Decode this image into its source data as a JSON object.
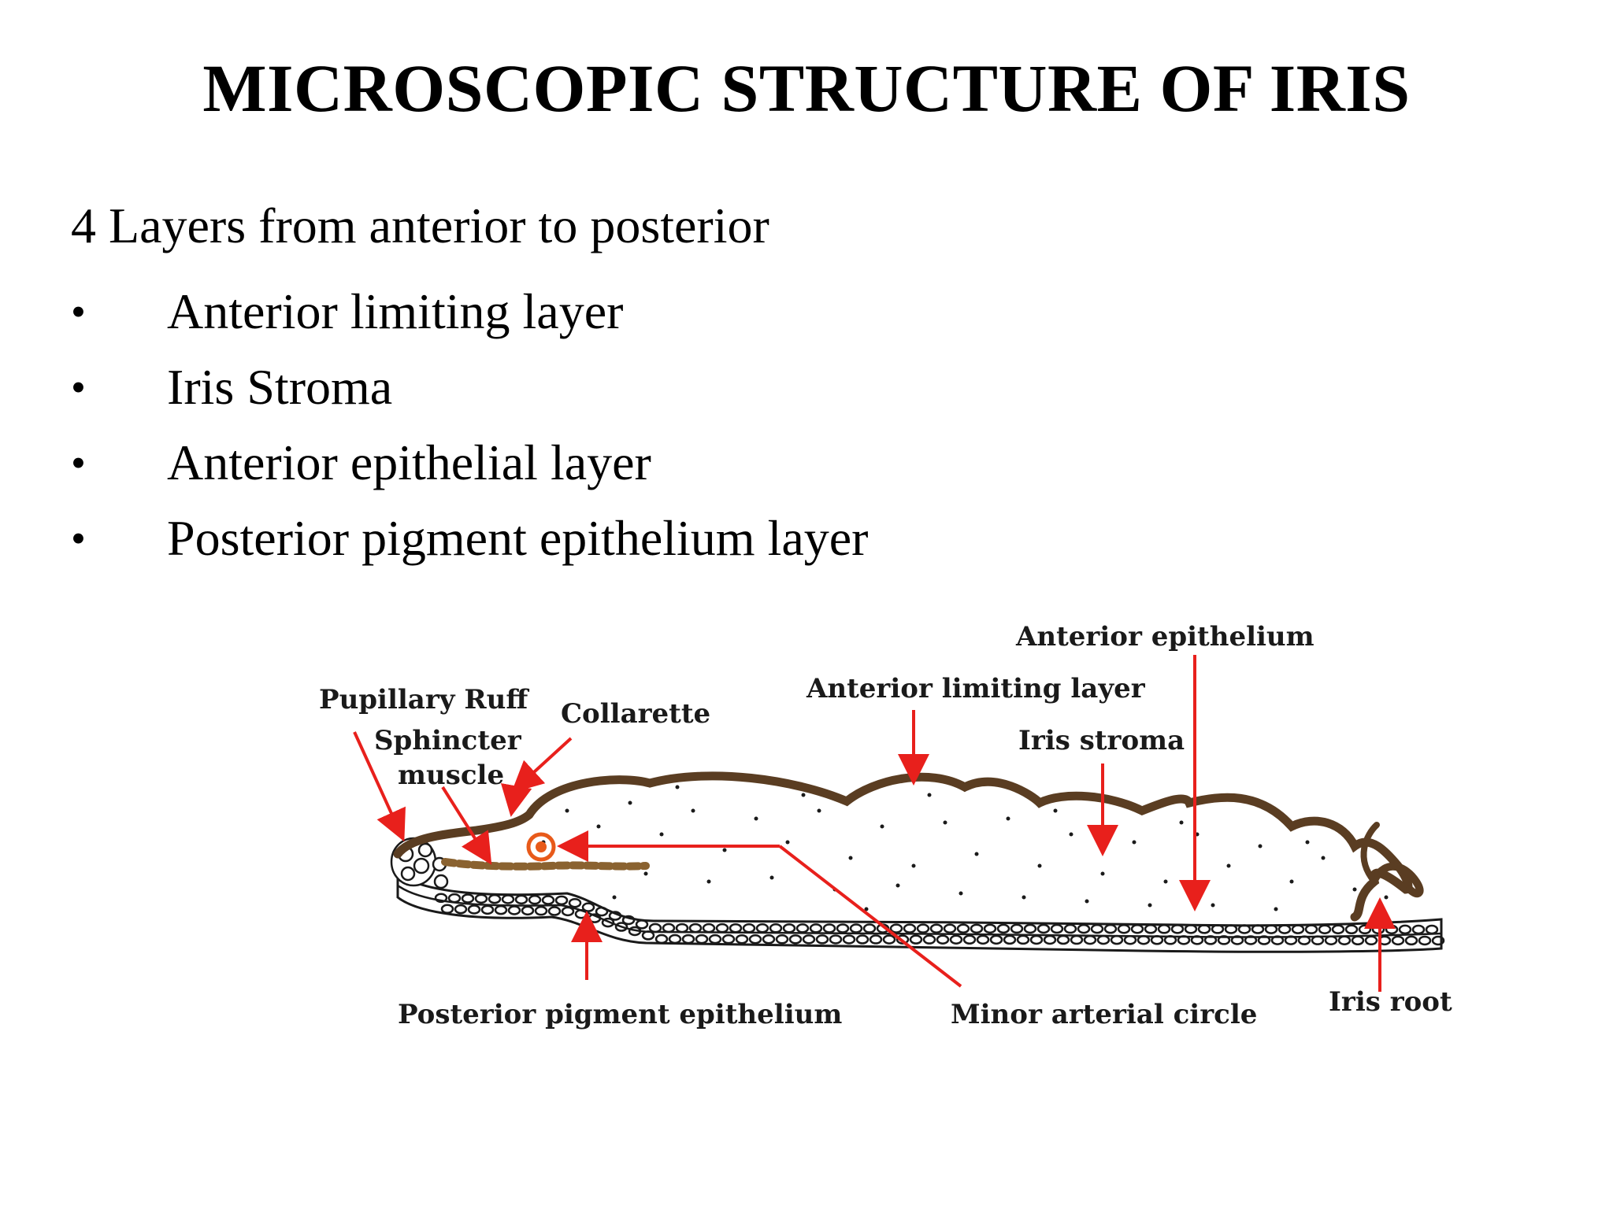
{
  "slide": {
    "title": "MICROSCOPIC STRUCTURE OF IRIS",
    "intro": "4 Layers from anterior to posterior",
    "bullet_symbol": "•",
    "bullets": [
      "Anterior limiting layer",
      "Iris Stroma",
      "Anterior epithelial layer",
      "Posterior pigment epithelium layer"
    ]
  },
  "diagram": {
    "labels": {
      "anterior_epithelium": "Anterior epithelium",
      "anterior_limiting_layer": "Anterior limiting layer",
      "pupillary_ruff": "Pupillary Ruff",
      "collarette": "Collarette",
      "sphincter": "Sphincter",
      "muscle": "muscle",
      "iris_stroma": "Iris stroma",
      "posterior_pigment_epithelium": "Posterior pigment epithelium",
      "minor_arterial_circle": "Minor arterial circle",
      "iris_root": "Iris root"
    },
    "colors": {
      "arrow": "#e8201c",
      "anterior_border": "#5a3d22",
      "sphincter": "#8a6230",
      "artery": "#e85a1a"
    }
  }
}
